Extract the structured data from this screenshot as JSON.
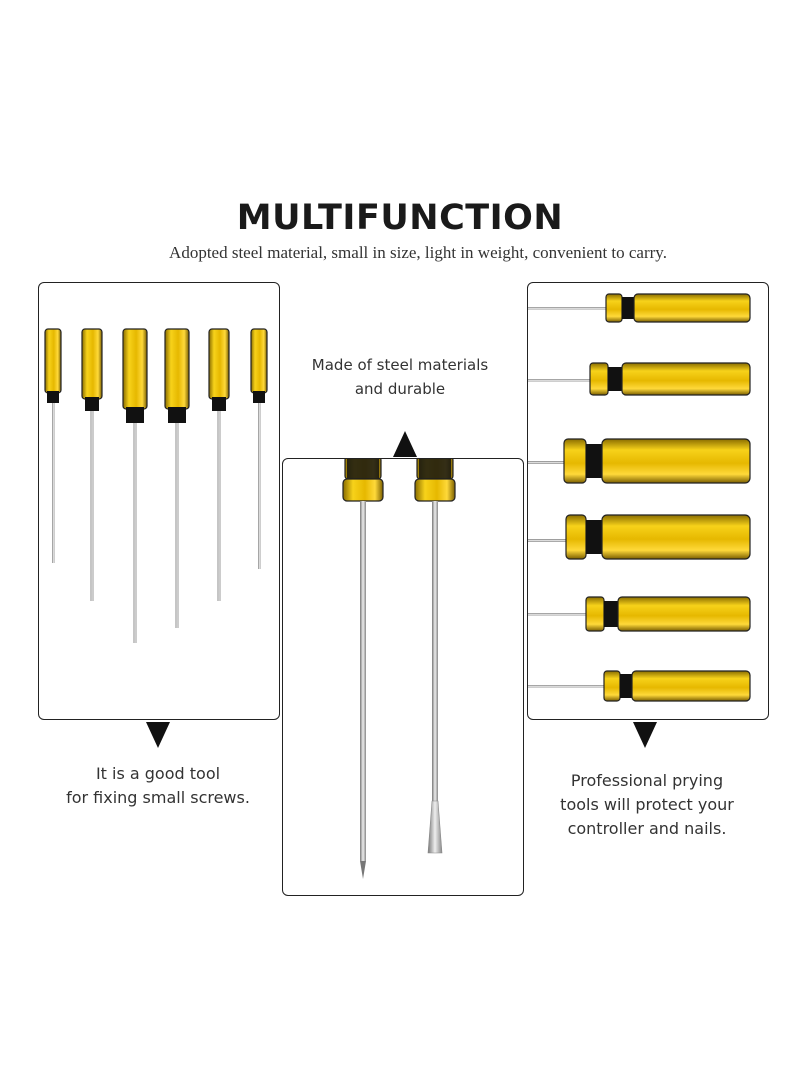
{
  "header": {
    "title": "MULTIFUNCTION",
    "subtitle": "Adopted steel material, small in size, light in weight, convenient to carry."
  },
  "captions": {
    "left": [
      "It is a good tool",
      "for fixing small screws."
    ],
    "center": [
      "Made of steel materials",
      "and durable"
    ],
    "right": [
      "Professional prying",
      "tools will protect your",
      "controller and nails."
    ]
  },
  "colors": {
    "handle_yellow": "#f2c200",
    "handle_dark": "#111111",
    "shaft_steel": "#b8b8b8",
    "border": "#222222"
  },
  "icons": {
    "pointer": "triangle-pointer-icon",
    "tool": "screwdriver-icon"
  }
}
